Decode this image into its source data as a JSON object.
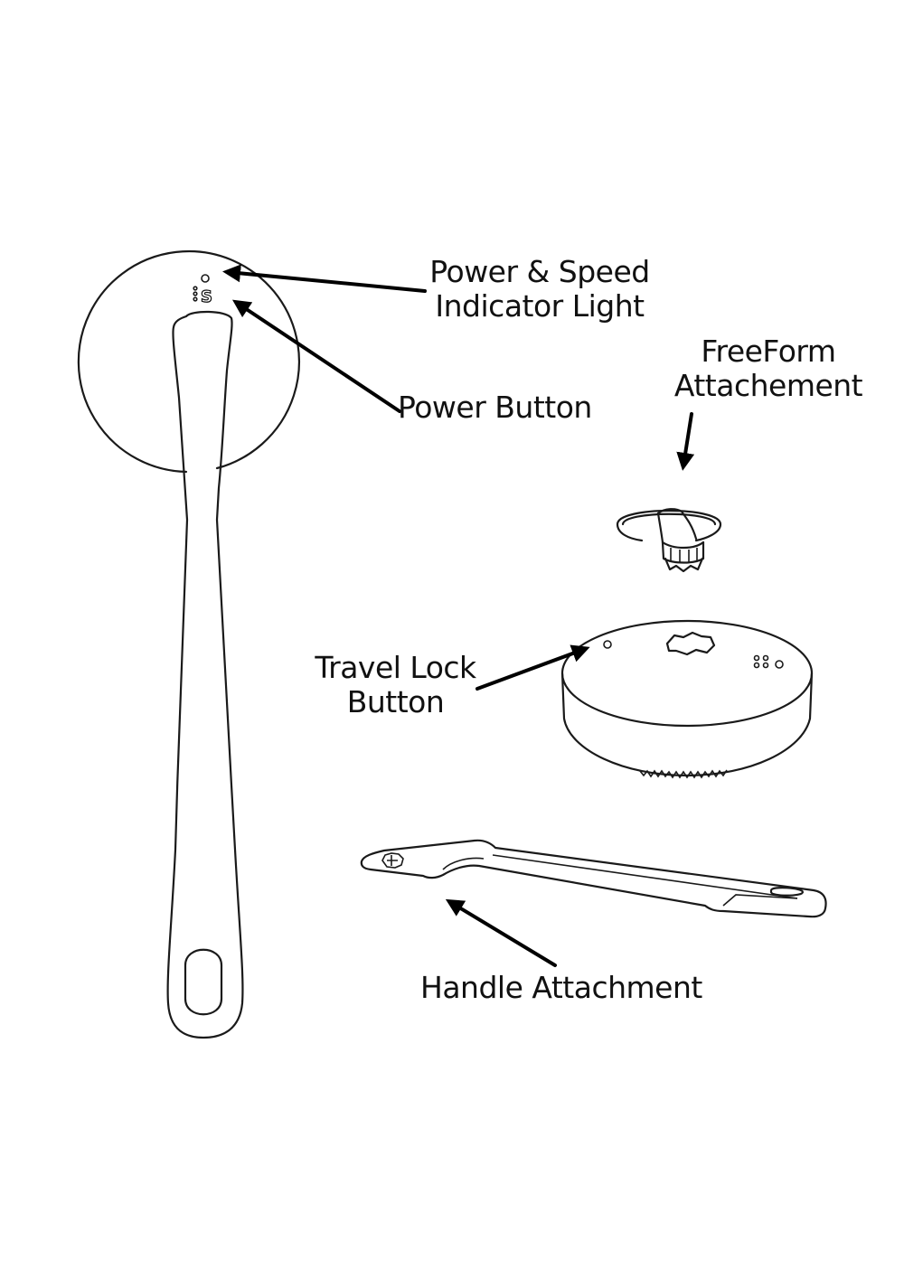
{
  "labels": {
    "power_speed_line1": "Power & Speed",
    "power_speed_line2": "Indicator Light",
    "power_button": "Power Button",
    "freeform_line1": "FreeForm",
    "freeform_line2": "Attachement",
    "travel_lock_line1": "Travel Lock",
    "travel_lock_line2": "Button",
    "handle_attachment": "Handle Attachment"
  },
  "logo_glyph": "S",
  "colors": {
    "line": "#1a1a1a",
    "background": "#ffffff"
  }
}
